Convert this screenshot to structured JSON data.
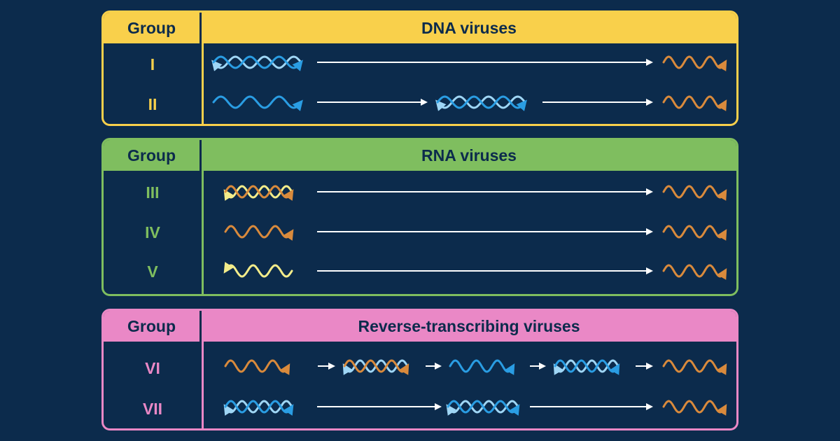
{
  "colors": {
    "background": "#0c2b4c",
    "dna_panel": "#f9d04b",
    "rna_panel": "#7fbe5f",
    "rt_panel": "#ea88c6",
    "dna_strand_dark": "#2a9de3",
    "dna_strand_light": "#9fd6f5",
    "mrna_strand": "#d98a3c",
    "neg_rna_strand": "#f3ec8a",
    "arrow": "#ffffff"
  },
  "panels": [
    {
      "group_label": "Group",
      "title": "DNA viruses",
      "rows": [
        {
          "group": "I",
          "sequence": [
            "dsDNA",
            "mRNA"
          ]
        },
        {
          "group": "II",
          "sequence": [
            "ssDNA",
            "dsDNA",
            "mRNA"
          ]
        }
      ]
    },
    {
      "group_label": "Group",
      "title": "RNA viruses",
      "rows": [
        {
          "group": "III",
          "sequence": [
            "dsRNA",
            "mRNA"
          ]
        },
        {
          "group": "IV",
          "sequence": [
            "+ssRNA",
            "mRNA"
          ]
        },
        {
          "group": "V",
          "sequence": [
            "-ssRNA",
            "mRNA"
          ]
        }
      ]
    },
    {
      "group_label": "Group",
      "title": "Reverse-transcribing viruses",
      "rows": [
        {
          "group": "VI",
          "sequence": [
            "+ssRNA",
            "RNA-DNA hybrid",
            "ssDNA",
            "dsDNA",
            "mRNA"
          ]
        },
        {
          "group": "VII",
          "sequence": [
            "dsDNA",
            "dsDNA",
            "mRNA"
          ]
        }
      ]
    }
  ]
}
